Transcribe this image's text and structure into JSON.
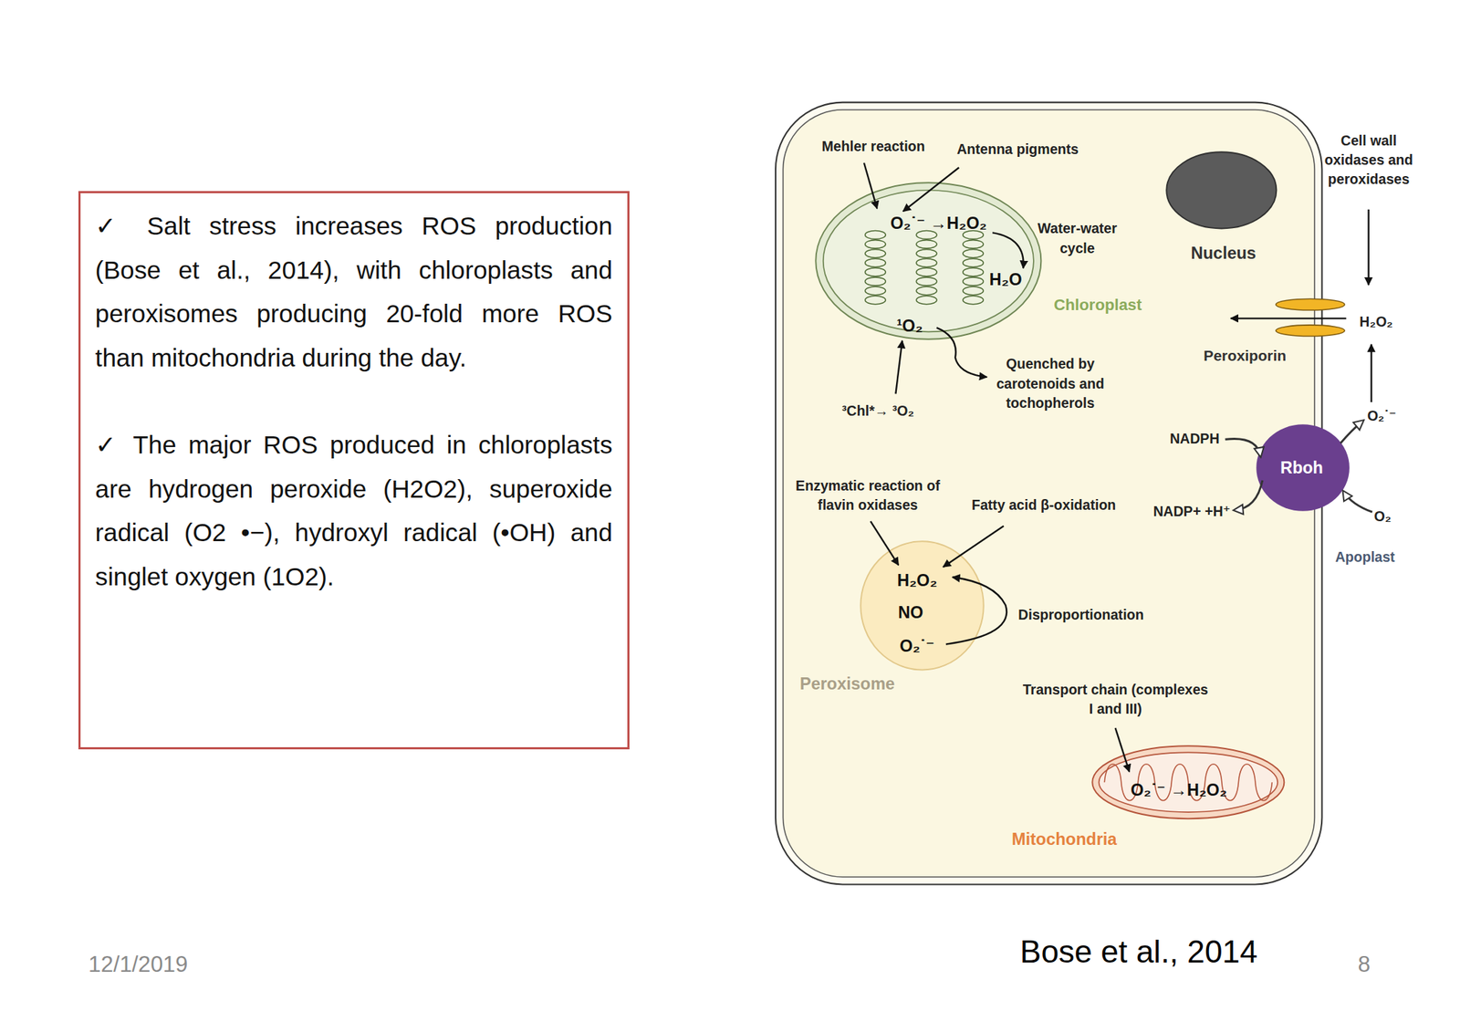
{
  "diagram": {
    "caption": "Bose et al., 2014",
    "nodes": [
      {
        "text": [
          "✓ Salt stress increases ROS production (Bose et al., 2014), with chloroplasts and peroxisomes producing 20-fold more ROS than mitochondria during the day.",
          "✓ The major ROS produced in chloroplasts are hydrogen peroxide (H2O2), superoxide radical (O2 •−), hydroxyl radical (•OH) and singlet oxygen (1O2)."
        ]
      },
      {
        "text": [
          "Chloroplast",
          "O₂˙⁻ →H₂O₂",
          "H₂O",
          "¹O₂"
        ]
      },
      {
        "text": [
          "Nucleus"
        ]
      },
      {
        "text": [
          "Peroxisome",
          "H₂O₂",
          "NO",
          "O₂˙⁻"
        ]
      },
      {
        "text": [
          "Mitochondria",
          "O₂˙⁻ →H₂O₂"
        ]
      },
      {
        "text": [
          "Rboh"
        ]
      },
      {
        "text": [
          "Peroxiporin"
        ]
      }
    ],
    "labels": [
      "Mehler reaction",
      "Antenna pigments",
      "Water-water cycle",
      "Quenched by carotenoids and tochopherols",
      "³Chl*→ ³O₂",
      "Cell wall oxidases and peroxidases",
      "H₂O₂",
      "O₂˙⁻",
      "NADPH",
      "NADP+ +H⁺",
      "O₂",
      "Apoplast",
      "Enzymatic reaction of flavin oxidases",
      "Fatty acid β-oxidation",
      "Disproportionation",
      "Transport chain (complexes I and III)",
      "12/1/2019",
      "8"
    ]
  }
}
